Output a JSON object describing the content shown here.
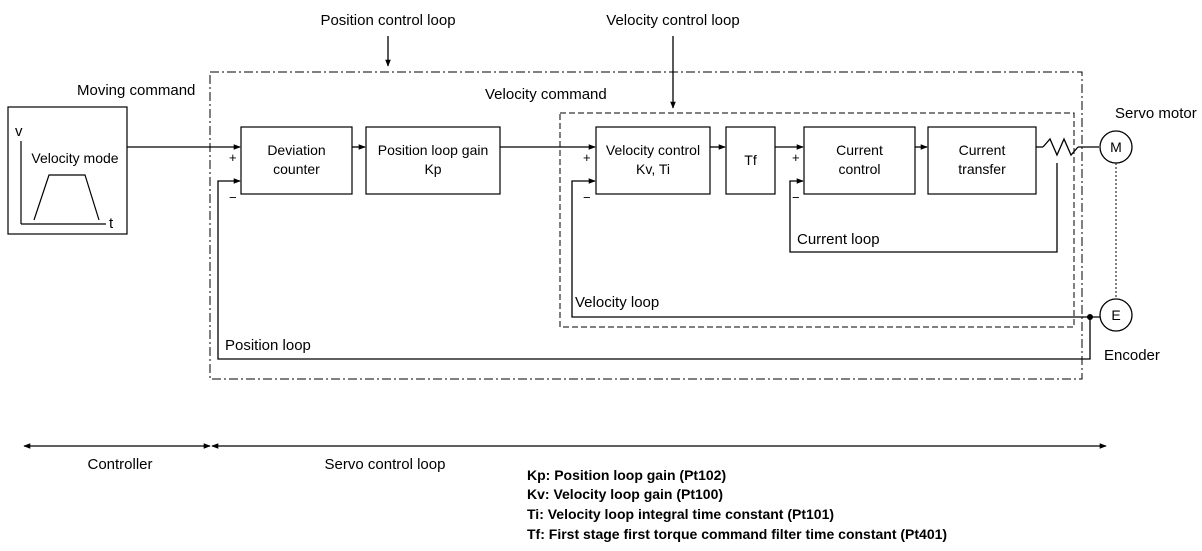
{
  "labels": {
    "position_control_loop": "Position control loop",
    "velocity_control_loop": "Velocity control loop",
    "moving_command": "Moving command",
    "velocity_command": "Velocity command",
    "servo_motor": "Servo motor",
    "encoder": "Encoder",
    "current_loop": "Current loop",
    "velocity_loop": "Velocity loop",
    "position_loop": "Position loop"
  },
  "controller_graph": {
    "v_axis": "v",
    "t_axis": "t",
    "mode": "Velocity mode"
  },
  "blocks": {
    "deviation_counter": [
      "Deviation",
      "counter"
    ],
    "position_loop_gain": [
      "Position loop gain",
      "Kp"
    ],
    "velocity_control": [
      "Velocity control",
      "Kv, Ti"
    ],
    "tf": "Tf",
    "current_control": [
      "Current",
      "control"
    ],
    "current_transfer": [
      "Current",
      "transfer"
    ]
  },
  "nodes": {
    "motor": "M",
    "encoder": "E"
  },
  "signs": {
    "plus": "+",
    "minus": "−"
  },
  "ranges": {
    "controller": "Controller",
    "servo_control_loop": "Servo control loop"
  },
  "legend": [
    "Kp: Position loop gain (Pt102)",
    "Kv: Velocity loop gain (Pt100)",
    "Ti: Velocity loop integral time constant (Pt101)",
    "Tf: First stage first torque command filter time constant (Pt401)"
  ]
}
